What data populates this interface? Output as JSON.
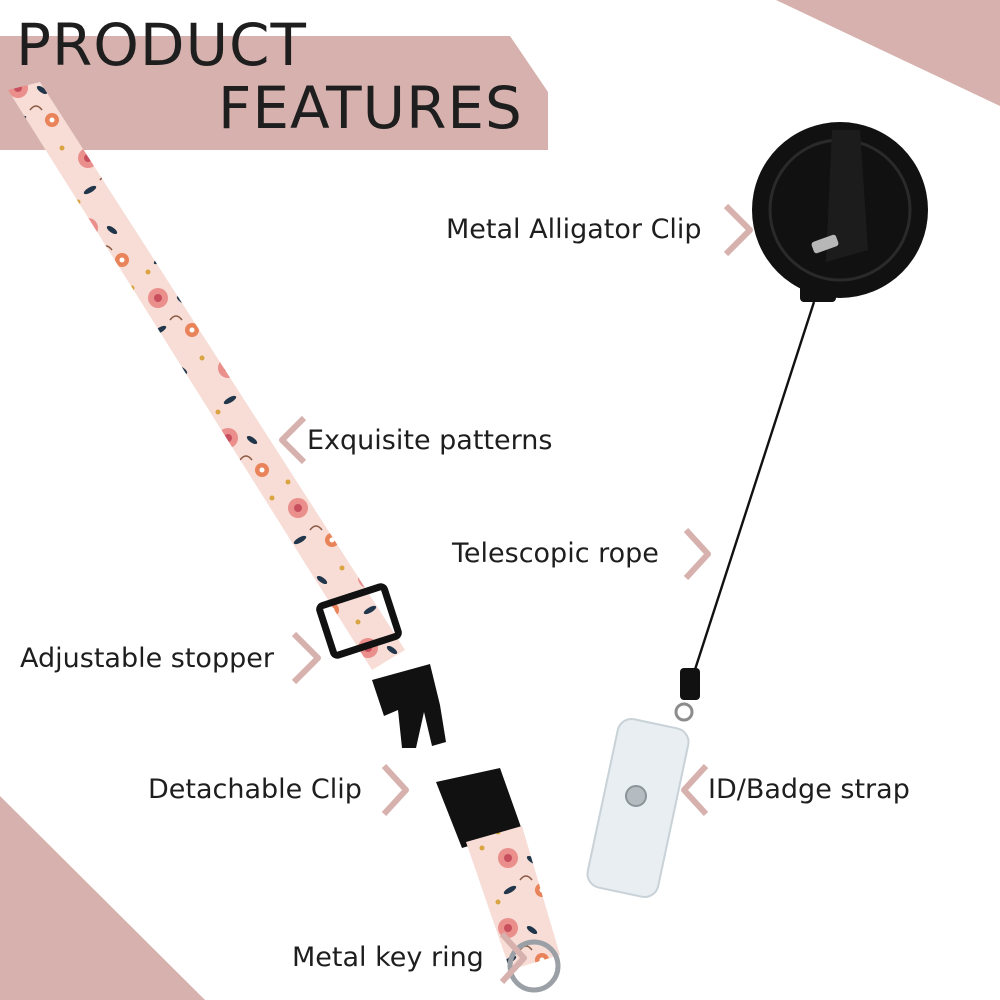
{
  "title": {
    "line1": "PRODUCT",
    "line2": "FEATURES"
  },
  "features": [
    {
      "label": "Metal Alligator Clip"
    },
    {
      "label": "Exquisite patterns"
    },
    {
      "label": "Telescopic rope"
    },
    {
      "label": "Adjustable stopper"
    },
    {
      "label": "Detachable Clip"
    },
    {
      "label": "ID/Badge strap"
    },
    {
      "label": "Metal key ring"
    }
  ],
  "colors": {
    "accent": "#d6b1ad",
    "text": "#1e1e1e",
    "lanyard_background": "#f7ddd6",
    "flower_pink": "#ea8f8c",
    "flower_orange": "#e9835a",
    "leaf_navy": "#21364a",
    "reel": "#111111",
    "clip_strap": "#e8eef1"
  },
  "icons": [
    "chevron-right-icon",
    "chevron-left-icon",
    "badge-reel",
    "floral-lanyard",
    "buckle",
    "key-ring"
  ]
}
